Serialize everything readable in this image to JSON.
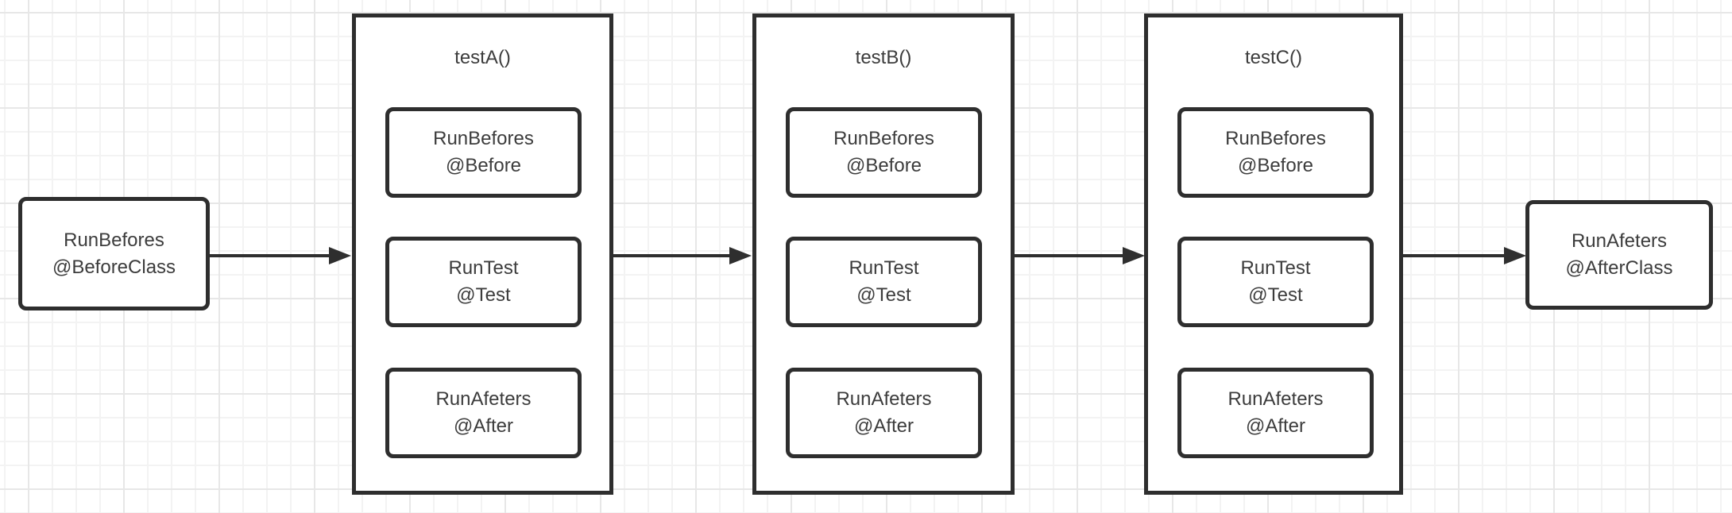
{
  "colors": {
    "background": "#ffffff",
    "stroke": "#2e2e2e",
    "text": "#3c3c3c",
    "grid_minor": "#f3f3f3",
    "grid_major": "#e7e7e7"
  },
  "diagram": {
    "start_node": {
      "line1": "RunBefores",
      "line2": "@BeforeClass"
    },
    "end_node": {
      "line1": "RunAfeters",
      "line2": "@AfterClass"
    },
    "groups": [
      {
        "title": "testA()",
        "steps": [
          {
            "line1": "RunBefores",
            "line2": "@Before"
          },
          {
            "line1": "RunTest",
            "line2": "@Test"
          },
          {
            "line1": "RunAfeters",
            "line2": "@After"
          }
        ]
      },
      {
        "title": "testB()",
        "steps": [
          {
            "line1": "RunBefores",
            "line2": "@Before"
          },
          {
            "line1": "RunTest",
            "line2": "@Test"
          },
          {
            "line1": "RunAfeters",
            "line2": "@After"
          }
        ]
      },
      {
        "title": "testC()",
        "steps": [
          {
            "line1": "RunBefores",
            "line2": "@Before"
          },
          {
            "line1": "RunTest",
            "line2": "@Test"
          },
          {
            "line1": "RunAfeters",
            "line2": "@After"
          }
        ]
      }
    ]
  }
}
